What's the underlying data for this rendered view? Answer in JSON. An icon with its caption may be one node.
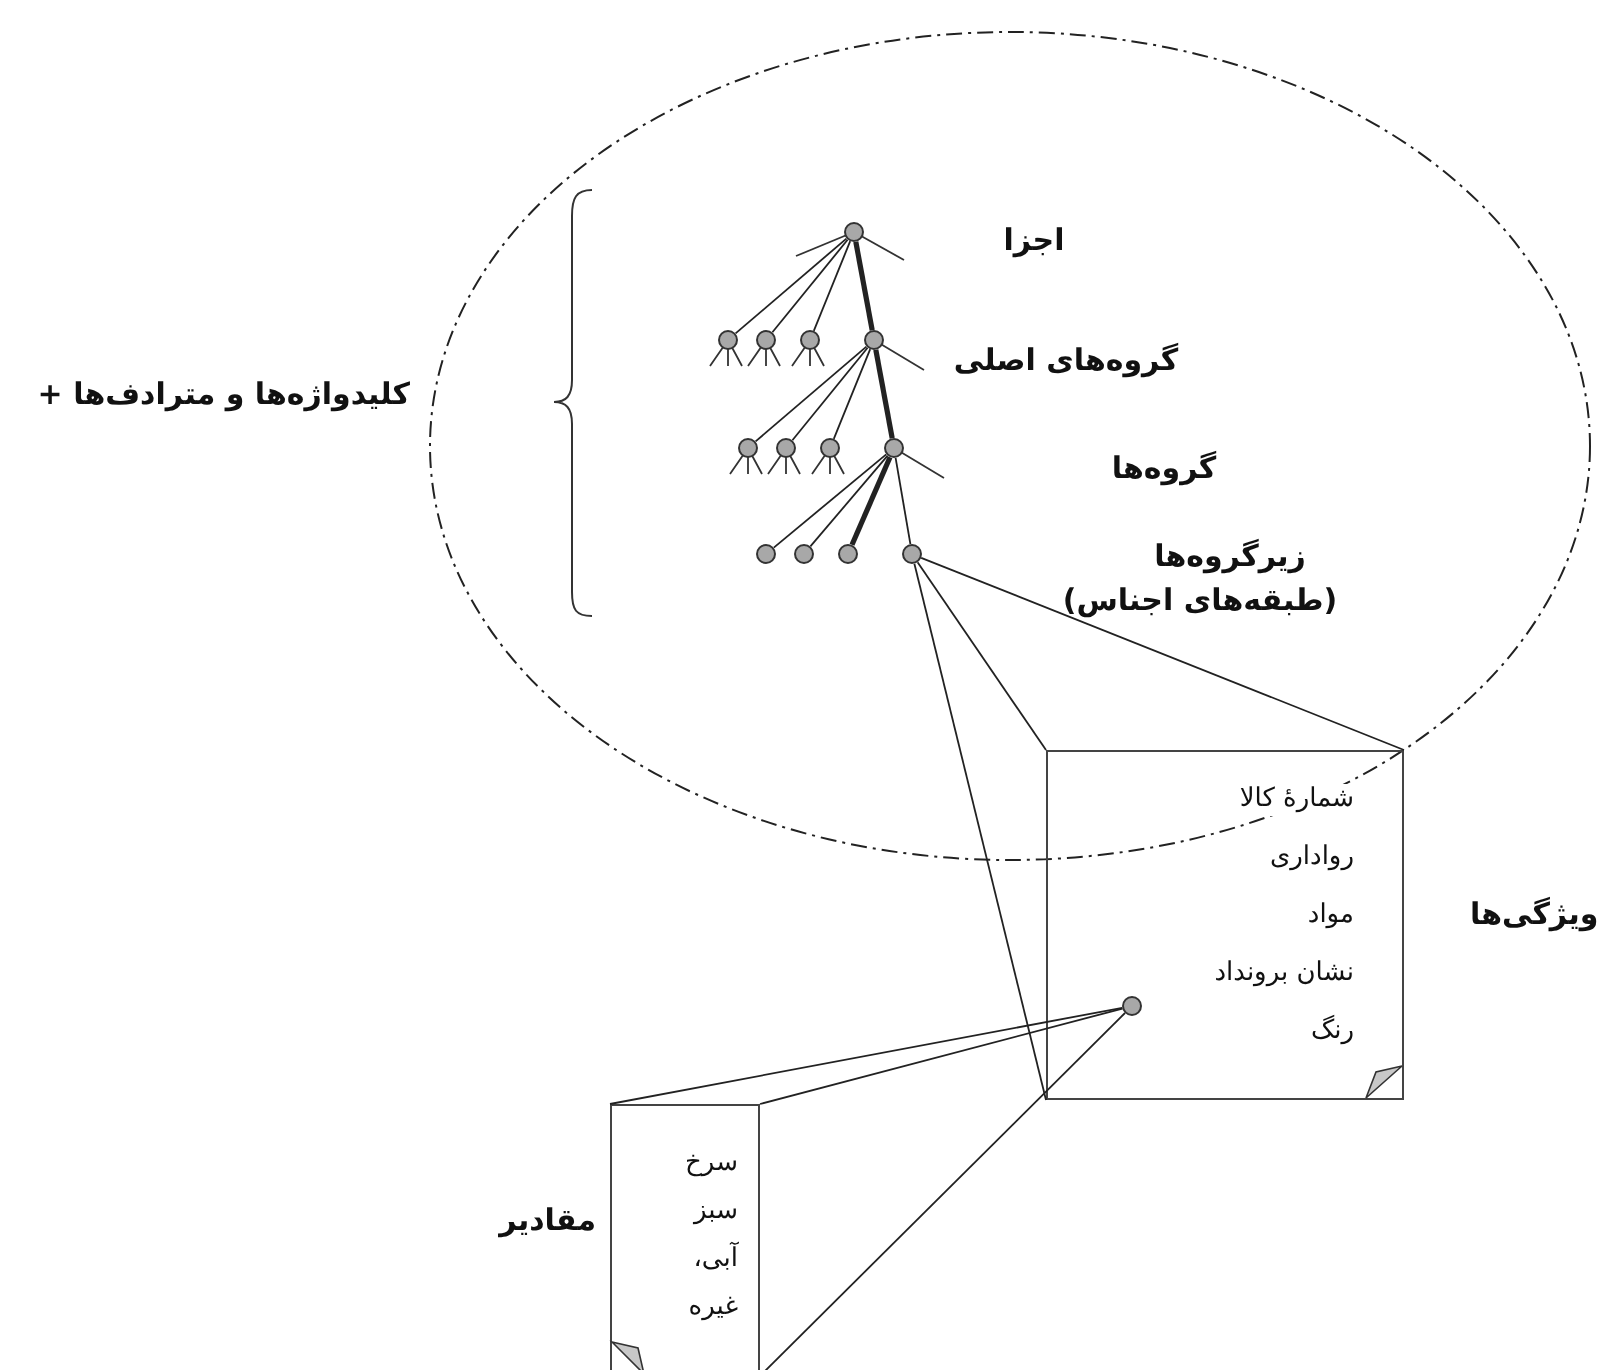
{
  "diagram": {
    "nodes": [
      {
        "text": [],
        "shape": "circle"
      },
      {
        "text": [],
        "shape": "circle"
      },
      {
        "text": [],
        "shape": "circle"
      },
      {
        "text": [],
        "shape": "circle"
      },
      {
        "text": [],
        "shape": "circle"
      },
      {
        "text": [],
        "shape": "circle"
      },
      {
        "text": [],
        "shape": "circle"
      },
      {
        "text": [],
        "shape": "circle"
      },
      {
        "text": [],
        "shape": "circle"
      },
      {
        "text": [],
        "shape": "circle"
      },
      {
        "text": [],
        "shape": "circle"
      },
      {
        "text": [],
        "shape": "circle"
      },
      {
        "text": [],
        "shape": "circle"
      },
      {
        "text": [
          "شمارهٔ کالا",
          "رواداری",
          "مواد",
          "نشان برونداد",
          "رنگ"
        ],
        "beside": [
          "ویژگی‌ها"
        ]
      },
      {
        "text": [],
        "shape": "circle",
        "in": 13
      },
      {
        "text": [
          "سرخ",
          "سبز",
          "آبی،",
          "غیره"
        ],
        "beside": [
          "مقادیر"
        ]
      }
    ],
    "edges": [
      {
        "from": 0,
        "to": 1,
        "arrow": "none"
      },
      {
        "from": 0,
        "to": 2,
        "arrow": "none"
      },
      {
        "from": 0,
        "to": 3,
        "arrow": "none"
      },
      {
        "from": 0,
        "to": 4,
        "arrow": "none",
        "style": "thick"
      },
      {
        "from": 4,
        "to": 5,
        "arrow": "none"
      },
      {
        "from": 4,
        "to": 6,
        "arrow": "none"
      },
      {
        "from": 4,
        "to": 7,
        "arrow": "none"
      },
      {
        "from": 4,
        "to": 8,
        "arrow": "none",
        "style": "thick"
      },
      {
        "from": 8,
        "to": 9,
        "arrow": "none"
      },
      {
        "from": 8,
        "to": 10,
        "arrow": "none"
      },
      {
        "from": 8,
        "to": 11,
        "arrow": "none",
        "style": "thick"
      },
      {
        "from": 8,
        "to": 12,
        "arrow": "none"
      },
      {
        "from": 12,
        "to": 13,
        "arrow": "none"
      },
      {
        "from": 12,
        "to": 13,
        "arrow": "none"
      },
      {
        "from": 12,
        "to": 13,
        "arrow": "none"
      },
      {
        "from": 14,
        "to": 15,
        "arrow": "none"
      },
      {
        "from": 14,
        "to": 15,
        "arrow": "none"
      },
      {
        "from": 14,
        "to": 15,
        "arrow": "none"
      }
    ],
    "labels": [
      "کلیدواژه‌ها و مترادف‌ها +",
      "اجزا",
      "گروه‌های اصلی",
      "گروه‌ها",
      "زیرگروه‌ها",
      "(طبقه‌های اجناس)"
    ]
  }
}
